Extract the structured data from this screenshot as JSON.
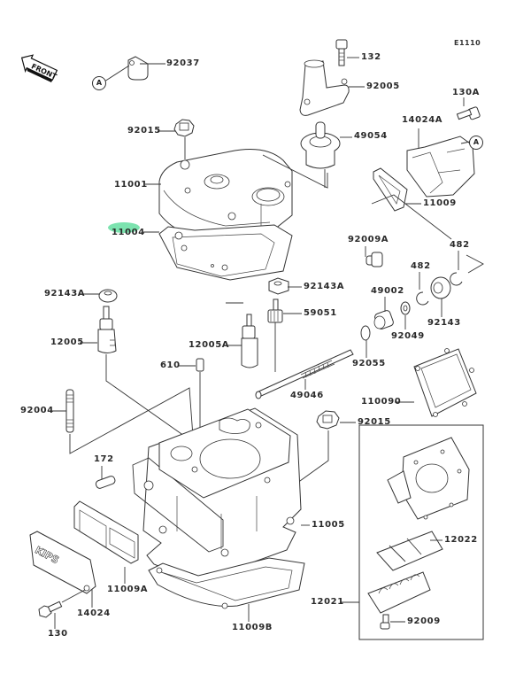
{
  "diagram": {
    "title_code": "E1110",
    "front_badge": "FRONT",
    "reference_marker": "A",
    "highlight_color": "#6ee0a6",
    "highlighted_part": "11004",
    "cover_logo": "KIPS",
    "parts": [
      {
        "id": "92037",
        "name": "clamp"
      },
      {
        "id": "132",
        "name": "bolt"
      },
      {
        "id": "92005",
        "name": "water-outlet-fitting"
      },
      {
        "id": "130A",
        "name": "bolt"
      },
      {
        "id": "14024A",
        "name": "kips-cover-right"
      },
      {
        "id": "92015",
        "name": "nut-upper"
      },
      {
        "id": "49054",
        "name": "thermostat"
      },
      {
        "id": "11001",
        "name": "cylinder-head"
      },
      {
        "id": "11009",
        "name": "gasket-cover-right"
      },
      {
        "id": "11004",
        "name": "head-gasket"
      },
      {
        "id": "92009A",
        "name": "screw"
      },
      {
        "id": "482",
        "name": "circlip-a"
      },
      {
        "id": "482",
        "name": "circlip-b"
      },
      {
        "id": "92143A",
        "name": "collar-left"
      },
      {
        "id": "92143A",
        "name": "collar-right"
      },
      {
        "id": "49002",
        "name": "bushing"
      },
      {
        "id": "59051",
        "name": "gear"
      },
      {
        "id": "92049",
        "name": "oil-seal"
      },
      {
        "id": "92143",
        "name": "collar"
      },
      {
        "id": "12005",
        "name": "exhaust-valve-left"
      },
      {
        "id": "12005A",
        "name": "exhaust-valve-right"
      },
      {
        "id": "610",
        "name": "dowel-pin"
      },
      {
        "id": "92055",
        "name": "o-ring"
      },
      {
        "id": "49046",
        "name": "valve-shaft"
      },
      {
        "id": "110090",
        "name": "reed-valve-gasket"
      },
      {
        "id": "92004",
        "name": "stud"
      },
      {
        "id": "92015",
        "name": "nut-lower"
      },
      {
        "id": "172",
        "name": "pin"
      },
      {
        "id": "11005",
        "name": "cylinder"
      },
      {
        "id": "12022",
        "name": "reed-petals"
      },
      {
        "id": "11009A",
        "name": "gasket-cover-left"
      },
      {
        "id": "14024",
        "name": "kips-cover-left"
      },
      {
        "id": "12021",
        "name": "reed-valve-assembly"
      },
      {
        "id": "130",
        "name": "bolt-cover"
      },
      {
        "id": "11009B",
        "name": "base-gasket"
      },
      {
        "id": "92009",
        "name": "reed-screw"
      }
    ]
  }
}
